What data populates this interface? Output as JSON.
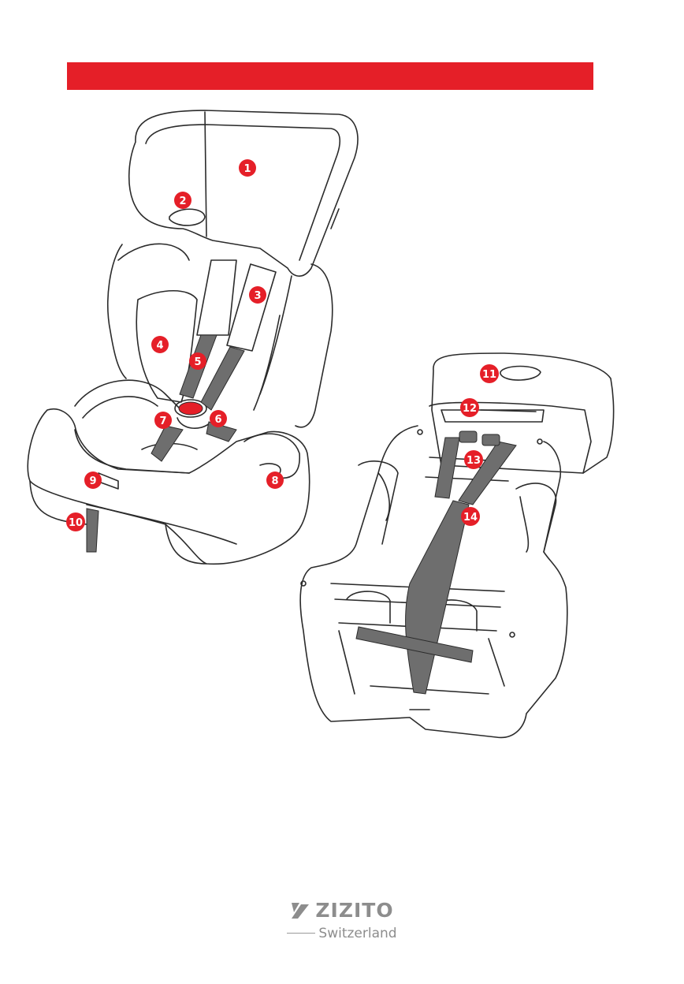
{
  "colors": {
    "accent": "#e51f28",
    "strap": "#6e6e6e",
    "outline": "#2b2b2b"
  },
  "labels": [
    "1",
    "2",
    "3",
    "4",
    "5",
    "6",
    "7",
    "8",
    "9",
    "10",
    "11",
    "12",
    "13",
    "14"
  ],
  "brand": {
    "name": "ZIZITO",
    "sub": "Switzerland",
    "logo_icon": "z-logo-icon"
  }
}
